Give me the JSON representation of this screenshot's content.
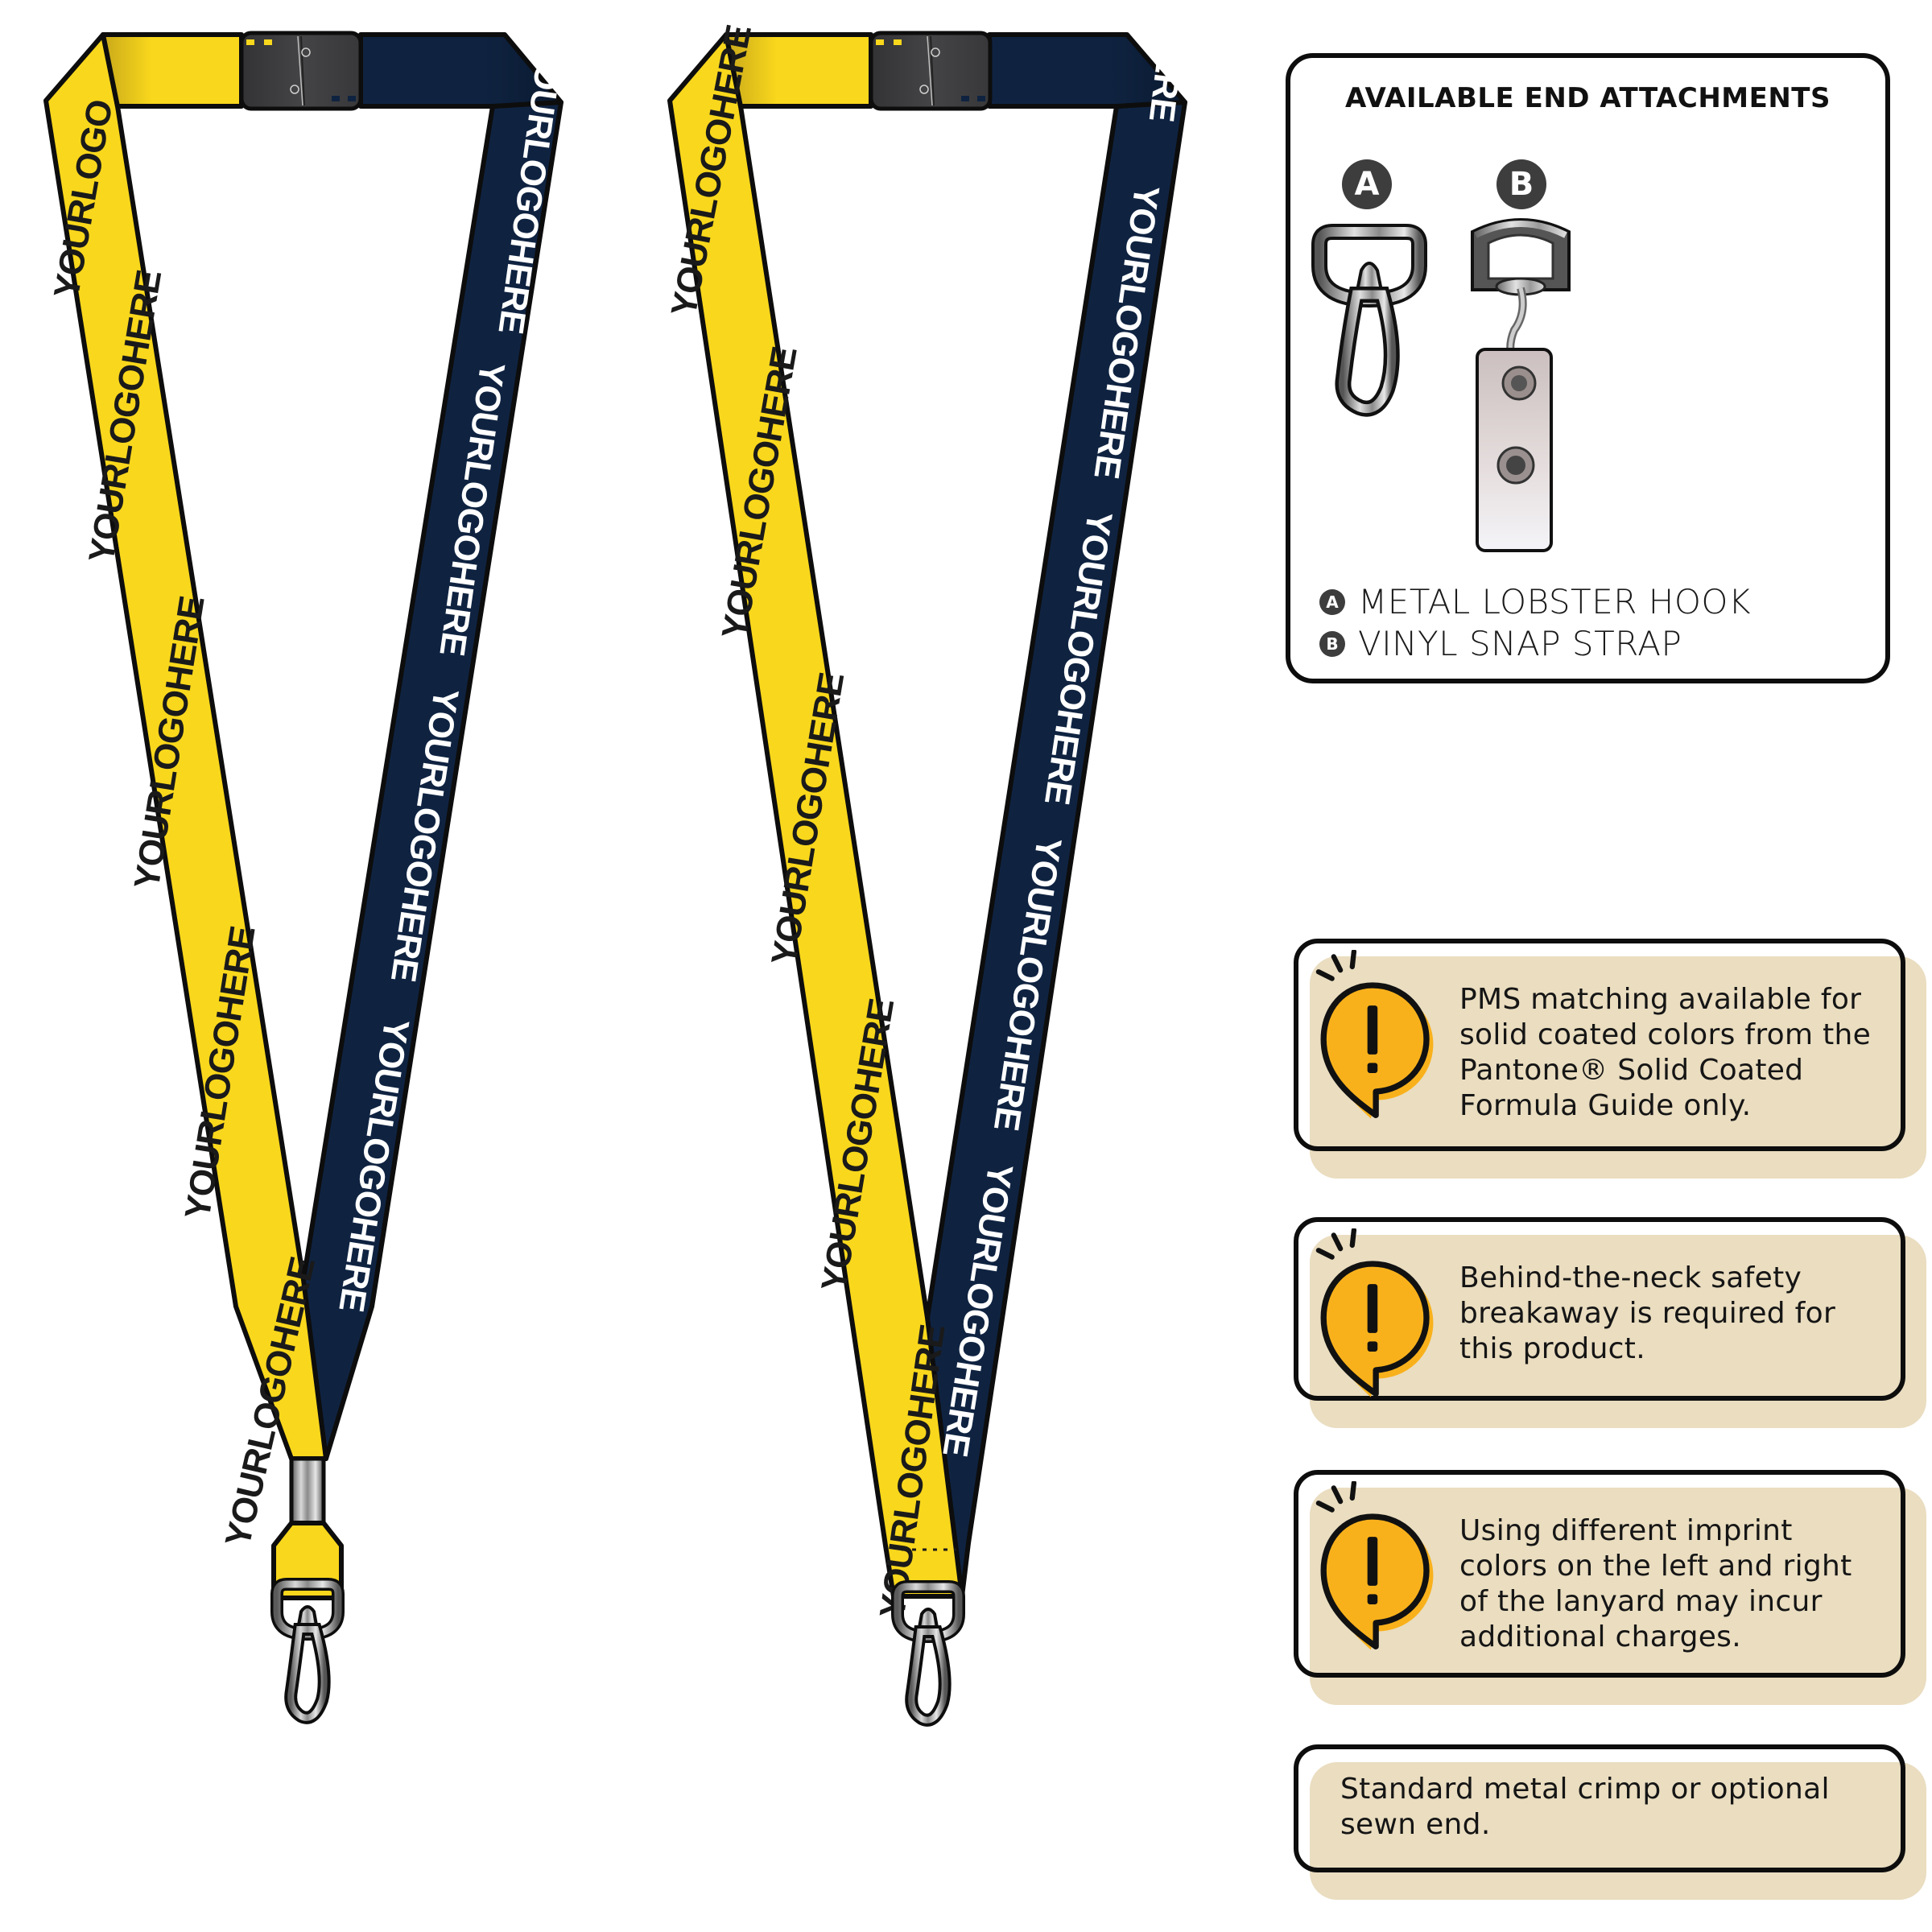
{
  "colors": {
    "strap_left": "#F9D71C",
    "strap_right": "#0F2341",
    "outline": "#0d0d0d",
    "clasp": "#3e3e40",
    "notice_bg": "#EADDC0",
    "alert_icon": "#F9B11B",
    "badge": "#3d3d3d"
  },
  "lanyards": [
    {
      "id": "lanyard-crimp",
      "left_color": "yellow",
      "right_color": "navy",
      "imprint_text": "YOURLOGOHERE",
      "breakaway": "safety breakaway clasp",
      "end_type": "metal crimp",
      "attachment": "metal lobster hook"
    },
    {
      "id": "lanyard-sewn",
      "left_color": "yellow",
      "right_color": "navy",
      "imprint_text": "YOURLOGOHERE",
      "breakaway": "safety breakaway clasp",
      "end_type": "sewn end",
      "attachment": "metal lobster hook"
    }
  ],
  "attachments": {
    "title": "AVAILABLE END ATTACHMENTS",
    "items": [
      {
        "badge": "A",
        "label": "METAL LOBSTER HOOK",
        "icon": "lobster-hook-icon"
      },
      {
        "badge": "B",
        "label": "VINYL SNAP STRAP",
        "icon": "vinyl-snap-strap-icon"
      }
    ]
  },
  "notices": [
    {
      "icon": "alert-bubble-icon",
      "text": [
        "PMS matching available for",
        "solid coated colors from the",
        "Pantone® Solid Coated",
        "Formula Guide only."
      ]
    },
    {
      "icon": "alert-bubble-icon",
      "text": [
        "Behind-the-neck safety",
        "breakaway is required for",
        "this product."
      ]
    },
    {
      "icon": "alert-bubble-icon",
      "text": [
        "Using different imprint",
        "colors on the left and right",
        "of the lanyard may incur",
        "additional charges."
      ]
    },
    {
      "icon": null,
      "text": [
        "Standard metal crimp or optional",
        "sewn end."
      ]
    }
  ]
}
